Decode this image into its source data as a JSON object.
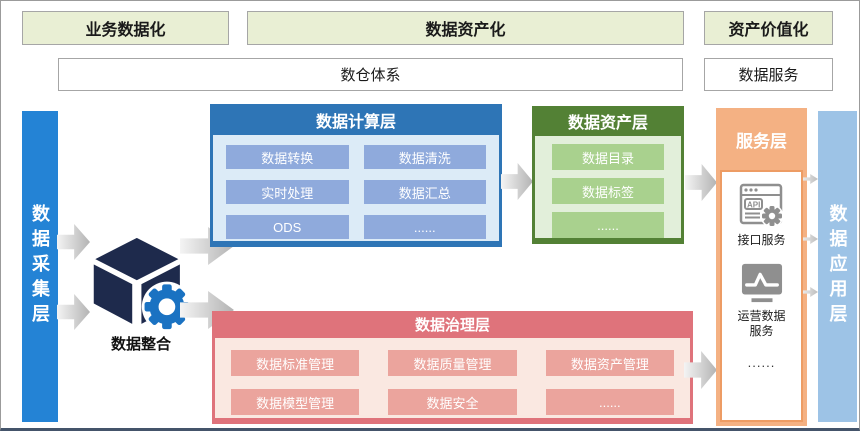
{
  "top_banners": {
    "business_datafication": "业务数据化",
    "data_assetization": "数据资产化",
    "asset_valorization": "资产价值化"
  },
  "sub_banners": {
    "data_warehouse_system": "数仓体系",
    "data_service": "数据服务"
  },
  "layers": {
    "collection": "数据采集层",
    "application": "数据应用层"
  },
  "integration": {
    "label": "数据整合",
    "icon": "cube-gear-icon"
  },
  "compute_layer": {
    "title": "数据计算层",
    "cells": [
      "数据转换",
      "数据清洗",
      "实时处理",
      "数据汇总",
      "ODS",
      "......"
    ]
  },
  "asset_layer": {
    "title": "数据资产层",
    "cells": [
      "数据目录",
      "数据标签",
      "......"
    ]
  },
  "service_layer": {
    "title": "服务层",
    "items": [
      {
        "icon": "api-browser-icon",
        "icon_text": "API",
        "label": "接口服务"
      },
      {
        "icon": "line-chart-monitor-icon",
        "label": "运营数据服务"
      }
    ],
    "more": "......"
  },
  "governance_layer": {
    "title": "数据治理层",
    "cells": [
      "数据标准管理",
      "数据质量管理",
      "数据资产管理",
      "数据模型管理",
      "数据安全",
      "......"
    ]
  },
  "colors": {
    "banner_green_bg": "#e9efd4",
    "banner_border": "#a6a6a6",
    "collection_bar_blue": "#2483d5",
    "application_bar_blue": "#9dc3e6",
    "compute_header_blue": "#2e75b6",
    "compute_body_blue": "#dcebf7",
    "compute_cell_blue": "#8faadc",
    "asset_header_green": "#538135",
    "asset_body_green": "#e2efda",
    "asset_cell_green": "#a9d18e",
    "service_orange": "#f4b183",
    "service_border_orange": "#ed9c64",
    "governance_header_red": "#df737b",
    "governance_body_pink": "#fae8e1",
    "governance_cell_salmon": "#eba49d",
    "cube_navy": "#1e2a4c",
    "gear_blue": "#1a72c2",
    "icon_gray": "#8f8f8f",
    "arrow_gray": "#b9b9b9"
  }
}
